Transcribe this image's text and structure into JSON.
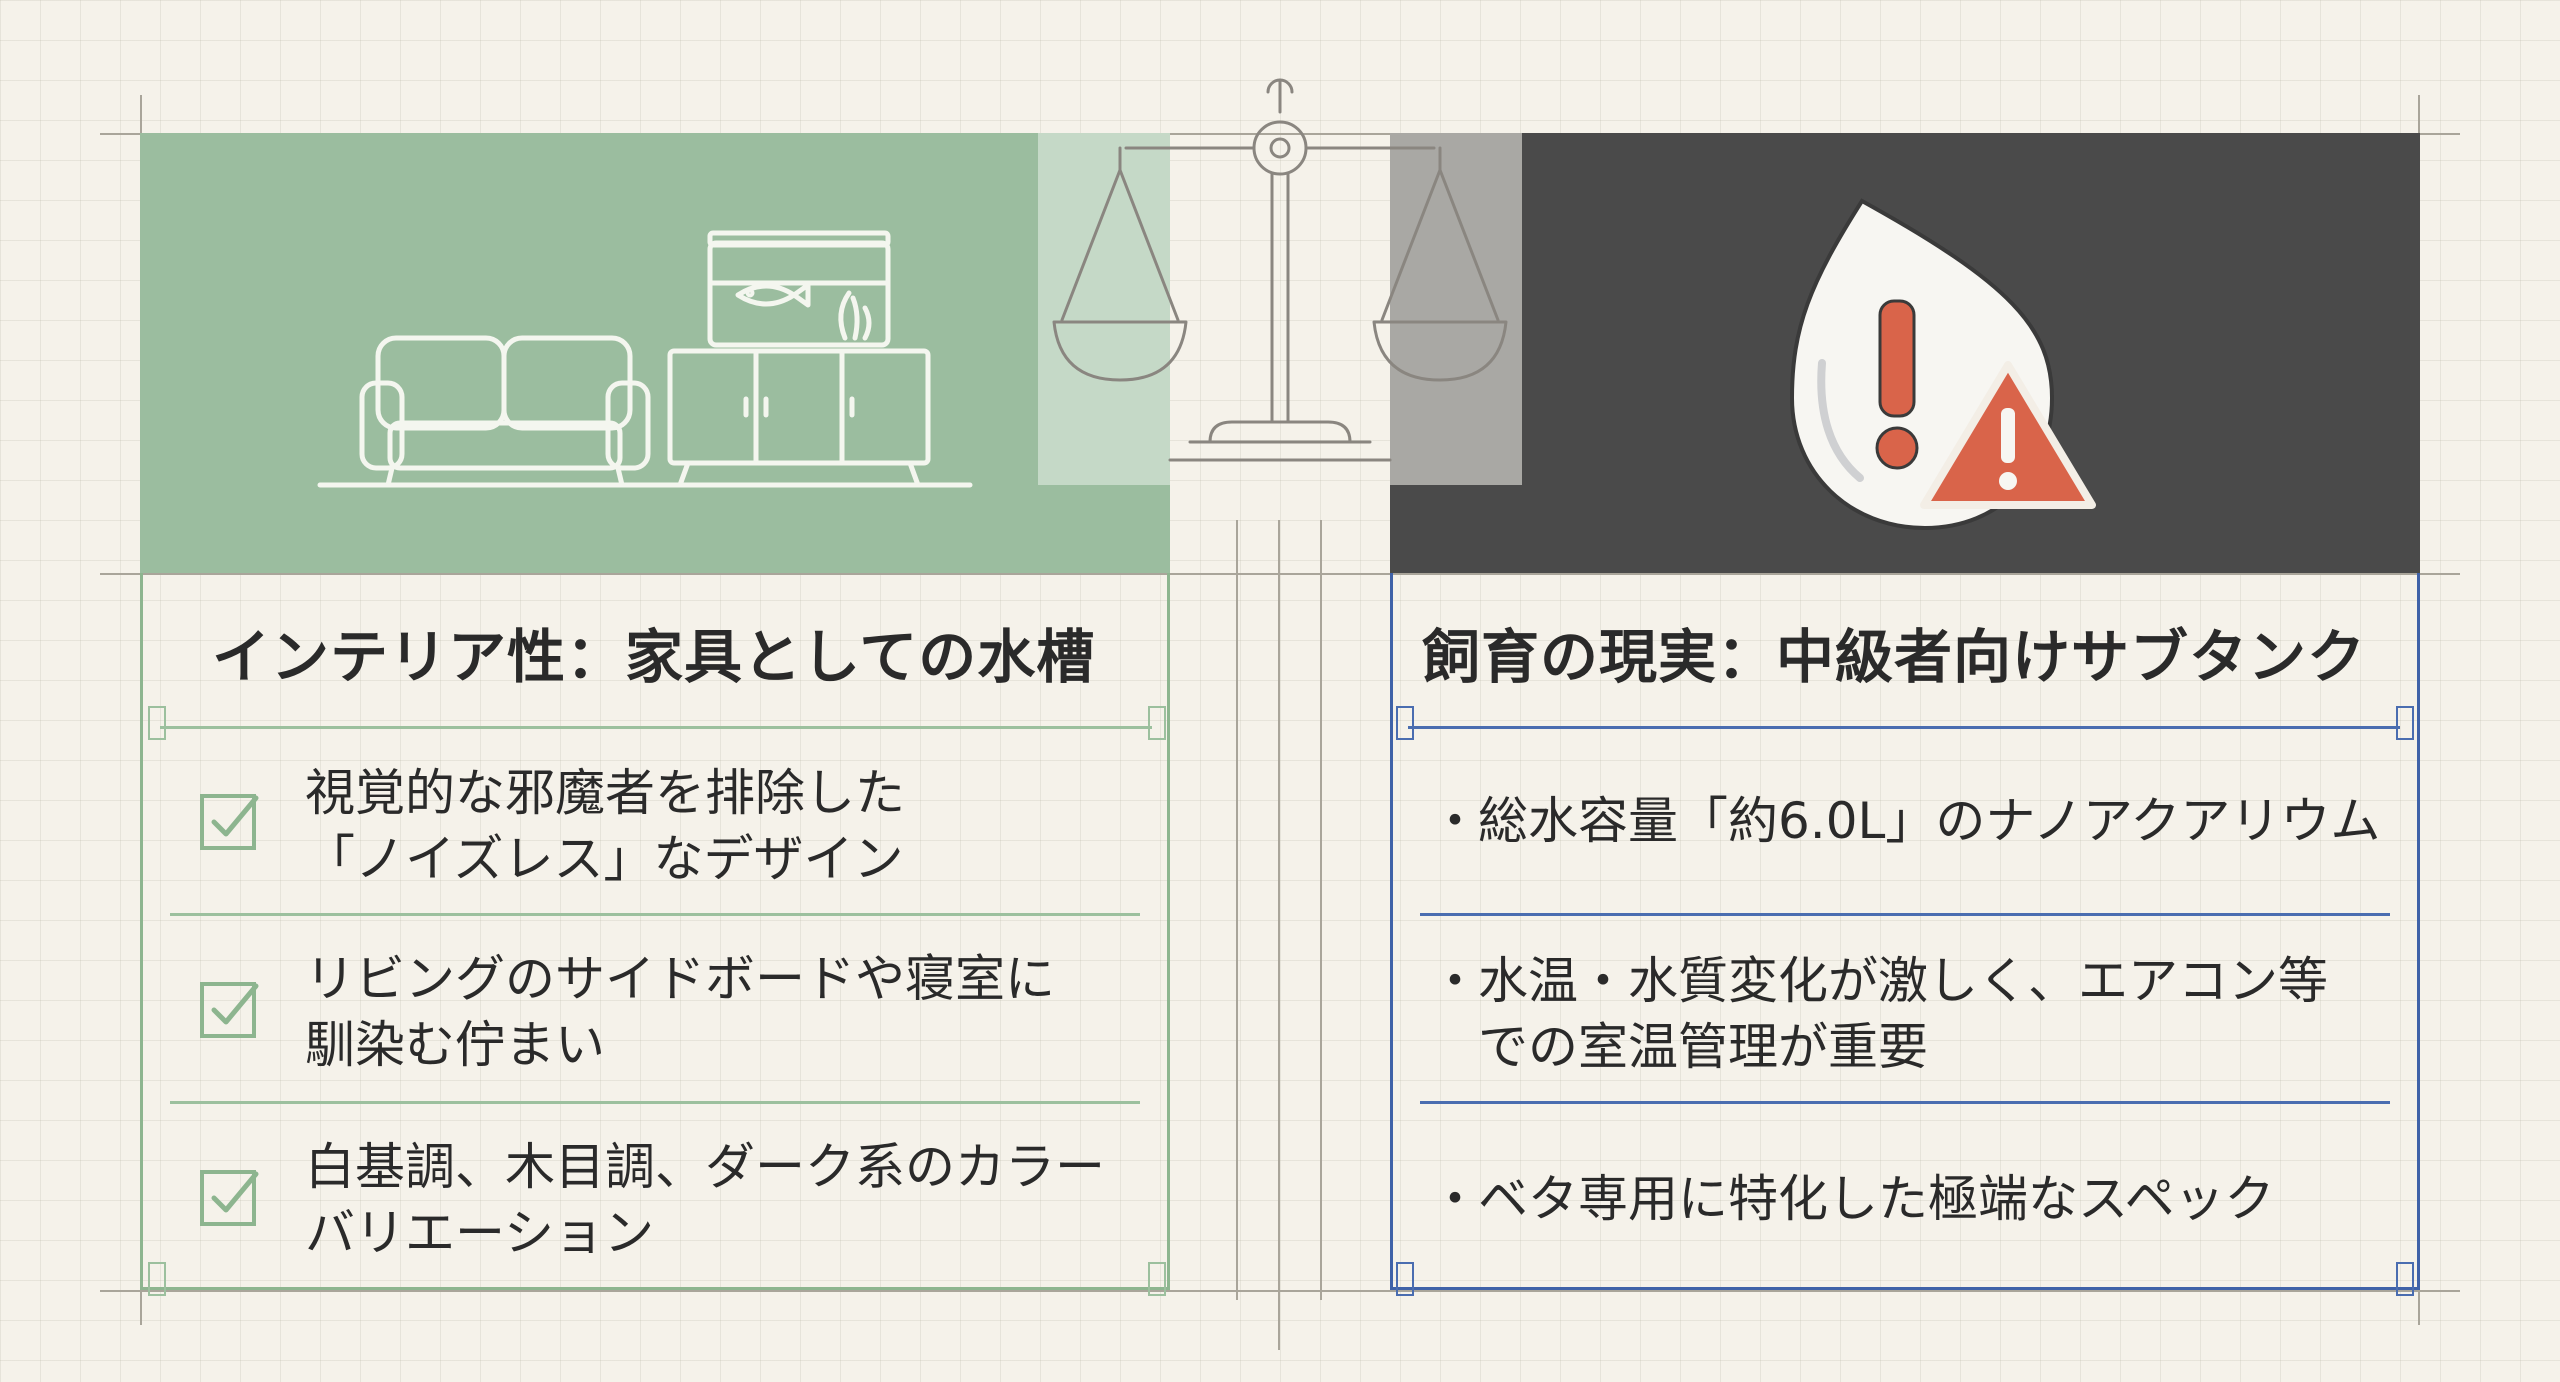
{
  "left_panel": {
    "title": "インテリア性：家具としての水槽",
    "items": [
      "視覚的な邪魔者を排除した\n「ノイズレス」なデザイン",
      "リビングのサイドボードや寝室に\n馴染む佇まい",
      "白基調、木目調、ダーク系のカラー\nバリエーション"
    ],
    "illustration": "sofa-and-aquarium-cabinet",
    "accent_color": "#9bbd9f"
  },
  "right_panel": {
    "title": "飼育の現実：中級者向けサブタンク",
    "items": [
      "総水容量「約6.0L」のナノアクアリウム",
      "水温・水質変化が激しく、エアコン等\nでの室温管理が重要",
      "ベタ専用に特化した極端なスペック"
    ],
    "bullet": "・",
    "illustration": "water-drop-warning",
    "accent_color": "#3f62a8",
    "warning_color": "#d9644a"
  },
  "center": {
    "illustration": "balance-scale"
  }
}
